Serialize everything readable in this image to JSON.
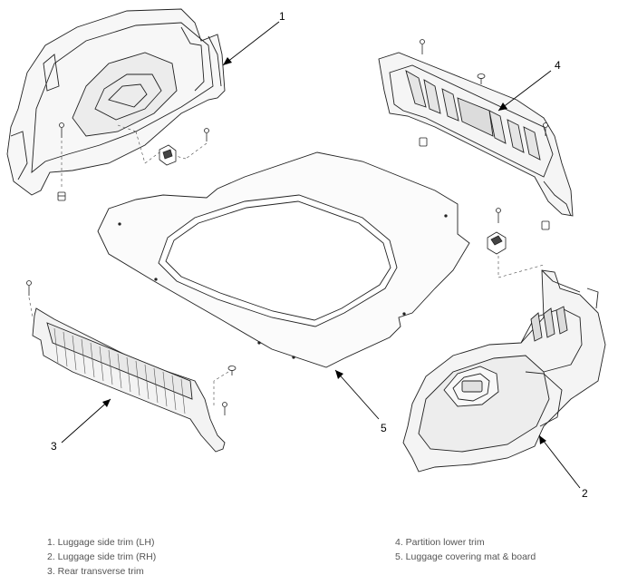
{
  "callouts": {
    "c1": "1",
    "c2": "2",
    "c3": "3",
    "c4": "4",
    "c5": "5"
  },
  "legend": {
    "left": [
      "1. Luggage side trim (LH)",
      "2. Luggage side trim (RH)",
      "3. Rear transverse trim"
    ],
    "right": [
      "4. Partition lower trim",
      "5. Luggage covering mat & board"
    ]
  }
}
